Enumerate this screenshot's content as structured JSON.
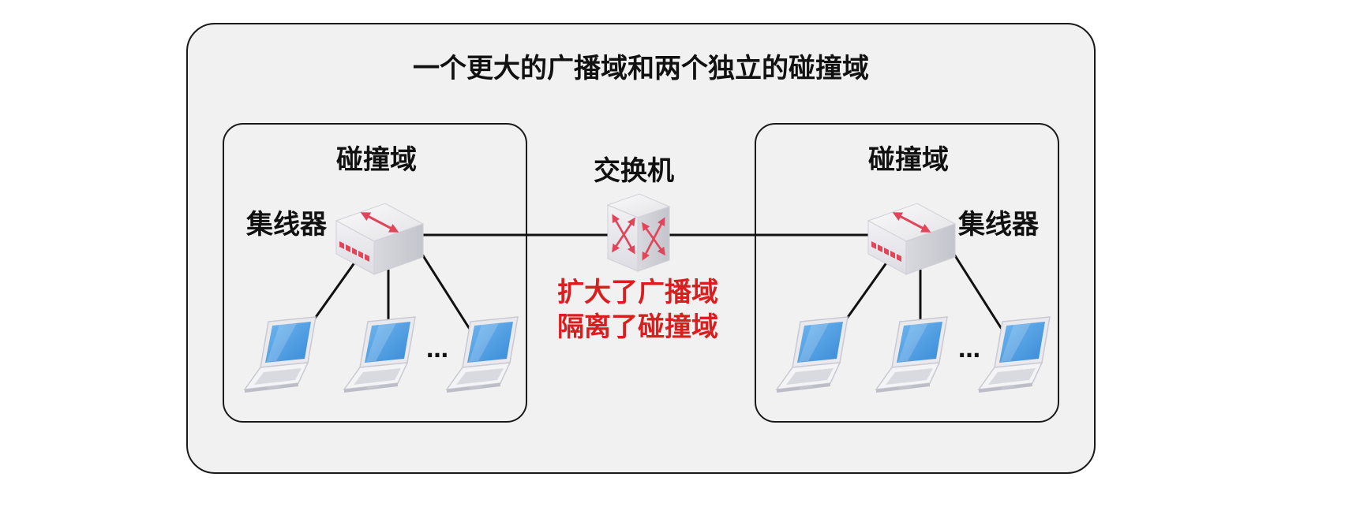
{
  "title": "一个更大的广播域和两个独立的碰撞域",
  "left_domain": {
    "label": "碰撞域",
    "hub_label": "集线器",
    "ellipsis": "…"
  },
  "right_domain": {
    "label": "碰撞域",
    "hub_label": "集线器",
    "ellipsis": "…"
  },
  "switch": {
    "label": "交换机",
    "effect_lines": [
      "扩大了广播域",
      "隔离了碰撞域"
    ]
  },
  "colors": {
    "accent_red": "#d81e1e",
    "panel_bg": "#f1f1f1",
    "laptop_screen": "#4a9be0"
  },
  "icons": [
    "hub-icon",
    "switch-icon",
    "laptop-icon"
  ]
}
